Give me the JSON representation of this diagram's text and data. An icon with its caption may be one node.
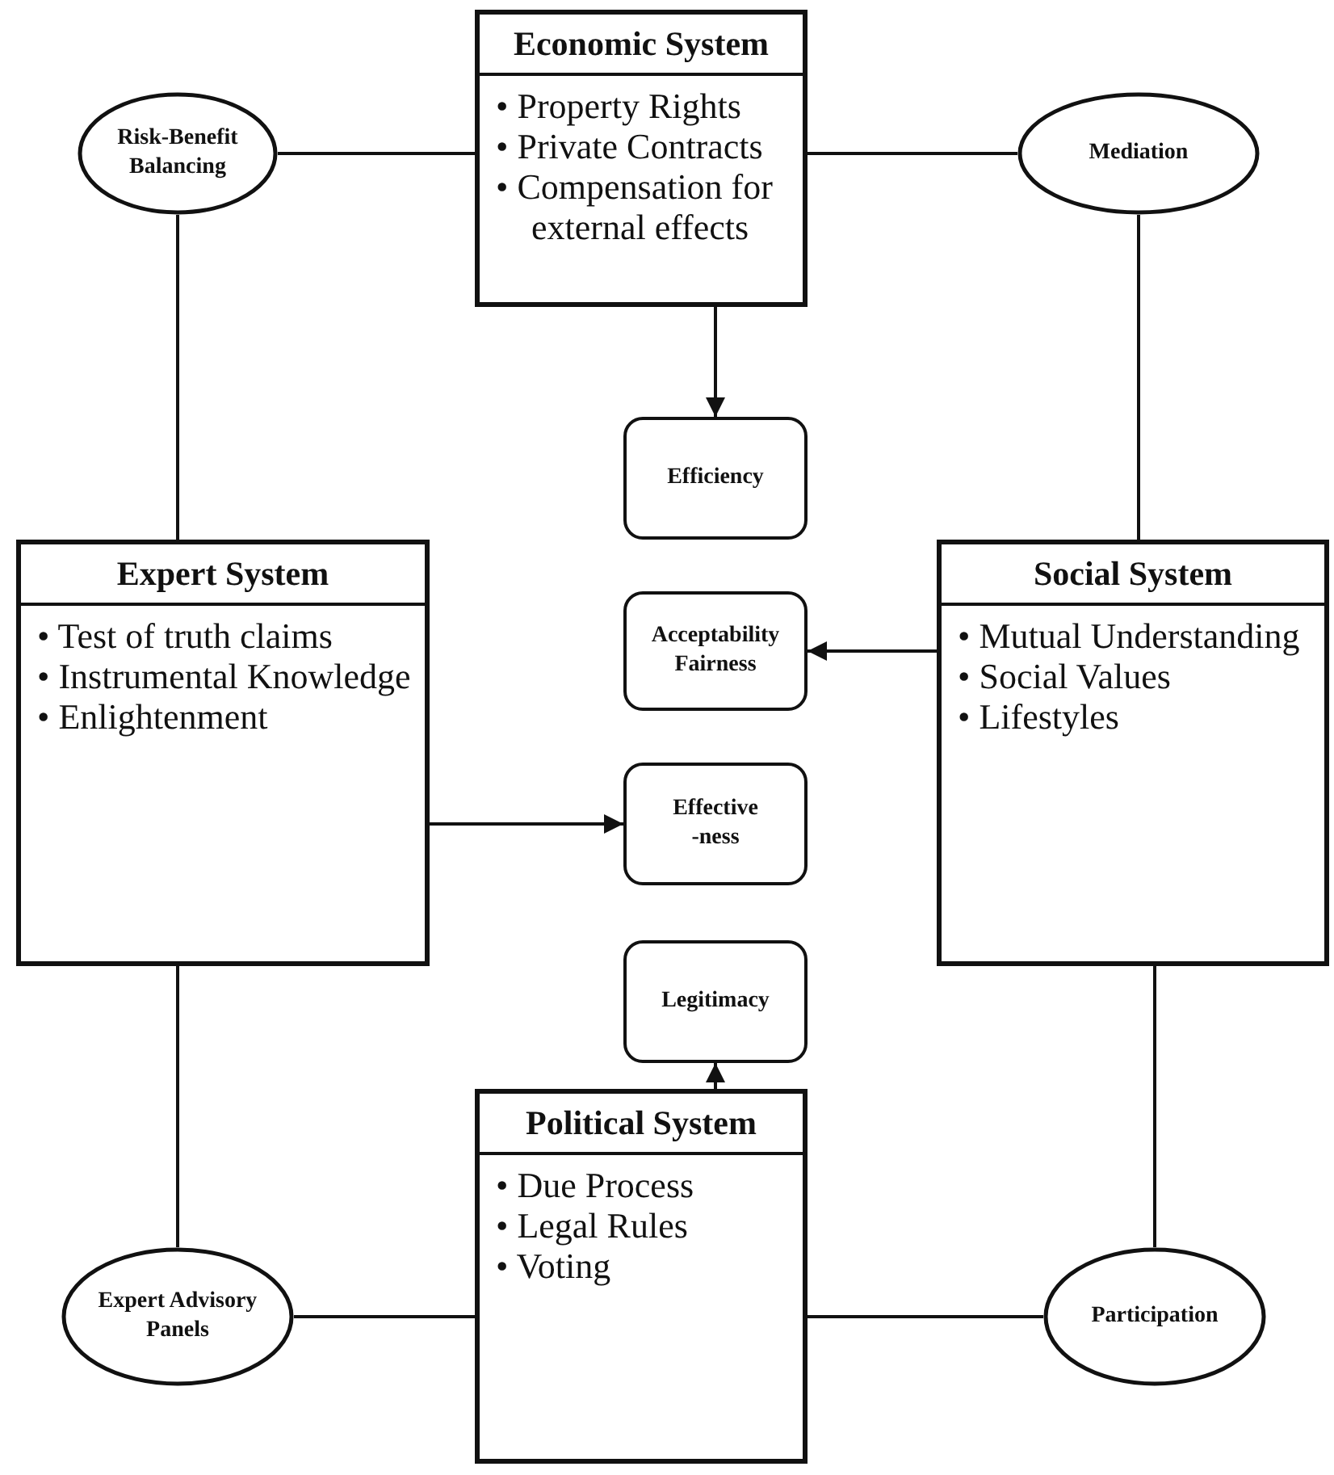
{
  "diagram": {
    "nodes": [
      {
        "text": [
          "Risk-Benefit Balancing"
        ]
      },
      {
        "text": [
          "Economic System",
          "• Property Rights",
          "• Private Contracts",
          "• Compensation for external effects"
        ]
      },
      {
        "text": [
          "Mediation"
        ]
      },
      {
        "text": [
          "Efficiency"
        ]
      },
      {
        "text": [
          "Expert System",
          "• Test of truth claims",
          "• Instrumental Knowledge",
          "• Enlightenment"
        ]
      },
      {
        "text": [
          "Acceptability Fairness"
        ]
      },
      {
        "text": [
          "Social System",
          "• Mutual Understanding",
          "• Social Values",
          "• Lifestyles"
        ]
      },
      {
        "text": [
          "Effective -ness"
        ]
      },
      {
        "text": [
          "Legitimacy"
        ]
      },
      {
        "text": [
          "Political System",
          "• Due Process",
          "• Legal Rules",
          "• Voting"
        ]
      },
      {
        "text": [
          "Expert Advisory Panels"
        ]
      },
      {
        "text": [
          "Participation"
        ]
      }
    ],
    "edges": [
      {
        "from": 0,
        "to": 1,
        "arrow": "none"
      },
      {
        "from": 1,
        "to": 2,
        "arrow": "none"
      },
      {
        "from": 0,
        "to": 4,
        "arrow": "none"
      },
      {
        "from": 2,
        "to": 6,
        "arrow": "none"
      },
      {
        "from": 1,
        "to": 3,
        "arrow": "to"
      },
      {
        "from": 6,
        "to": 5,
        "arrow": "to"
      },
      {
        "from": 4,
        "to": 7,
        "arrow": "to"
      },
      {
        "from": 4,
        "to": 10,
        "arrow": "none"
      },
      {
        "from": 6,
        "to": 11,
        "arrow": "none"
      },
      {
        "from": 9,
        "to": 8,
        "arrow": "to"
      },
      {
        "from": 10,
        "to": 9,
        "arrow": "none"
      },
      {
        "from": 9,
        "to": 11,
        "arrow": "none"
      }
    ]
  }
}
